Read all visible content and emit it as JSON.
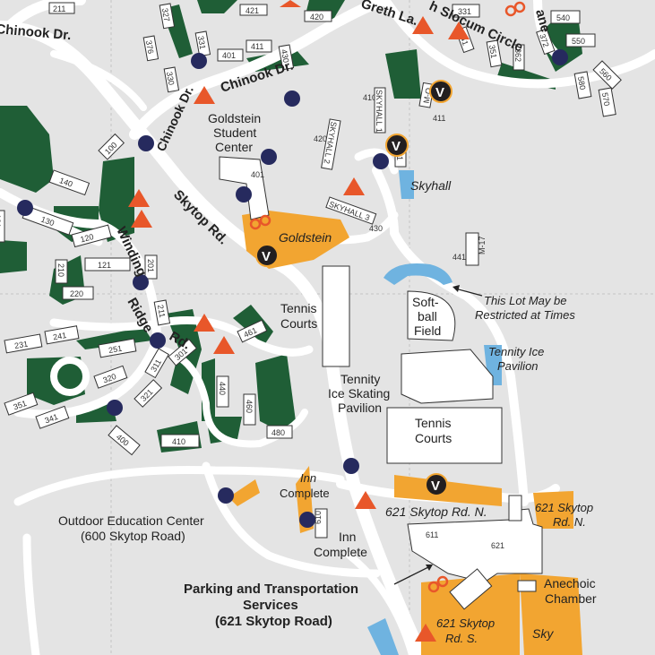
{
  "labels": {
    "chinook_dr_top_left": "Chinook Dr.",
    "chinook_dr_center": "Chinook Dr.",
    "chinook_dr_vertical": "Chinook Dr.",
    "greth_ln": "Greth La.",
    "slocum_circle": "h Slocum Circle",
    "ane": "ane",
    "goldstein_student_center_1": "Goldstein",
    "goldstein_student_center_2": "Student",
    "goldstein_student_center_3": "Center",
    "skytop_rd": "Skytop Rd.",
    "winding_ridge_1": "Winding",
    "winding_ridge_2": "Ridge",
    "winding_ridge_3": "Rd.",
    "skyhall_lot": "Skyhall",
    "goldstein_lot": "Goldstein",
    "restricted_1": "This Lot May be",
    "restricted_2": "Restricted at Times",
    "softball_1": "Soft-",
    "softball_2": "ball",
    "softball_3": "Field",
    "tennity_ice_lot_1": "Tennity Ice",
    "tennity_ice_lot_2": "Pavilion",
    "tennis_courts_left_1": "Tennis",
    "tennis_courts_left_2": "Courts",
    "tennity_pavilion_1": "Tennity",
    "tennity_pavilion_2": "Ice Skating",
    "tennity_pavilion_3": "Pavilion",
    "tennis_courts_right_1": "Tennis",
    "tennis_courts_right_2": "Courts",
    "inn_complete_lot_1": "Inn",
    "inn_complete_lot_2": "Complete",
    "inn_complete_bld_1": "Inn",
    "inn_complete_bld_2": "Complete",
    "outdoor_ed_1": "Outdoor Education Center",
    "outdoor_ed_2": "(600 Skytop Road)",
    "skytop_n_lot": "621 Skytop Rd. N.",
    "skytop_n_lot_2a": "621 Skytop",
    "skytop_n_lot_2b": "Rd. N.",
    "anechoic_1": "Anechoic",
    "anechoic_2": "Chamber",
    "pts_1": "Parking and Transportation",
    "pts_2": "Services",
    "pts_3": "(621 Skytop Road)",
    "skytop_s_1": "621 Skytop",
    "skytop_s_2": "Rd. S.",
    "sky": "Sky"
  },
  "building_numbers": {
    "b211": "211",
    "b327": "327",
    "b421": "421",
    "b420": "420",
    "b331": "331",
    "b341": "341",
    "b351": "351",
    "b362": "362",
    "b372": "372",
    "b540": "540",
    "b550": "550",
    "b560": "560",
    "b570": "570",
    "b580": "580",
    "b376": "376",
    "b331b": "331",
    "b401": "401",
    "b411": "411",
    "b430": "430",
    "b330": "330",
    "b410": "410",
    "b420b": "420",
    "b411b": "411",
    "b410b": "410",
    "skyhall1": "SKYHALL 1",
    "skyhall2": "SKYHALL 2",
    "skyhall3": "SKYHALL 3",
    "mo": "M-O",
    "b421b": "421",
    "b401b": "401",
    "b430b": "430",
    "b100": "100",
    "b140": "140",
    "b130": "130",
    "b131": "131",
    "b120": "120",
    "b121": "121",
    "b210": "210",
    "b220": "220",
    "b201": "201",
    "b211b": "211",
    "b231": "231",
    "b241": "241",
    "b251": "251",
    "b301": "301",
    "b311": "311",
    "b320": "320",
    "b321": "321",
    "b351b": "351",
    "b341b": "341",
    "b400": "400",
    "b410c": "410",
    "b440": "440",
    "b460": "460",
    "b480": "480",
    "b461": "461",
    "b441": "441",
    "m17": "M-17",
    "b610": "610",
    "b611": "611",
    "b621": "621"
  },
  "colors": {
    "background": "#e4e4e4",
    "road": "#ffffff",
    "residential_green": "#1f5e36",
    "parking_orange": "#f2a531",
    "restricted_blue": "#6fb3e0",
    "bus_stop_navy": "#262a5e",
    "emergency_triangle": "#e8572a"
  },
  "icons": [
    "bus-stop-icon",
    "emergency-phone-icon",
    "visitor-parking-icon",
    "bike-rack-icon",
    "arrow-icon"
  ]
}
